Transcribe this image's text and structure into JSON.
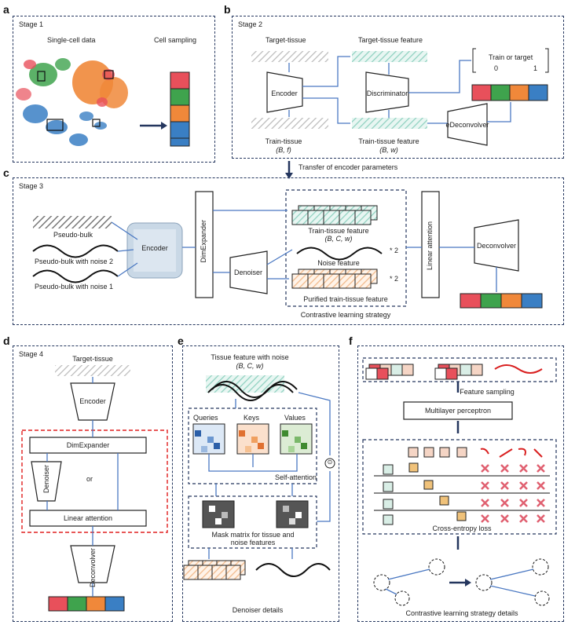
{
  "panels": {
    "a": {
      "label": "a",
      "stage": "Stage 1",
      "single_cell": "Single-cell data",
      "cell_sampling": "Cell sampling"
    },
    "b": {
      "label": "b",
      "stage": "Stage 2",
      "target_tissue": "Target-tissue",
      "target_feature": "Target-tissue feature",
      "encoder": "Encoder",
      "discriminator": "Discriminator",
      "train_or_target": "Train or target",
      "zero": "0",
      "one": "1",
      "edeconvolver": "eDeconvolver",
      "train_tissue": "Train-tissue",
      "train_tissue_dims": "(B, f)",
      "train_feature": "Train-tissue feature",
      "train_feature_dims": "(B, w)"
    },
    "transfer": "Transfer of encoder parameters",
    "c": {
      "label": "c",
      "stage": "Stage 3",
      "pseudo_bulk": "Pseudo-bulk",
      "noise2": "Pseudo-bulk with noise 2",
      "noise1": "Pseudo-bulk with noise 1",
      "encoder": "Encoder",
      "dimexpander": "DimExpander",
      "denoiser": "Denoiser",
      "train_feature": "Train-tissue feature",
      "train_feature_dims": "(B, C, w)",
      "noise_feature": "Noise feature",
      "times2a": "* 2",
      "times2b": "* 2",
      "purified": "Purified train-tissue feature",
      "contrastive": "Contrastive learning strategy",
      "linear_attention": "Linear attention",
      "deconvolver": "Deconvolver"
    },
    "d": {
      "label": "d",
      "stage": "Stage 4",
      "target_tissue": "Target-tissue",
      "encoder": "Encoder",
      "dimexpander": "DimExpander",
      "denoiser": "Denoiser",
      "or": "or",
      "linear_attention": "Linear attention",
      "deconvolver": "Deconvolver"
    },
    "e": {
      "label": "e",
      "tissue_noise": "Tissue feature with noise",
      "dims": "(B, C, w)",
      "queries": "Queries",
      "keys": "Keys",
      "values": "Values",
      "self_attention": "Self-attention",
      "mask_matrix": "Mask matrix for tissue and",
      "mask_matrix2": "noise features",
      "denoiser_details": "Denoiser details",
      "odot": "⊙"
    },
    "f": {
      "label": "f",
      "feature_sampling": "Feature sampling",
      "mlp": "Multilayer perceptron",
      "cross_entropy": "Cross-entropy loss",
      "contrastive_details": "Contrastive learning strategy details"
    }
  },
  "colors": {
    "frame": "#24365e",
    "arrow": "#4a78c2",
    "red": "#e8505b",
    "green": "#3fa34d",
    "orange": "#f0883a",
    "blue": "#3a7fc4",
    "mask_red": "#d92020"
  }
}
